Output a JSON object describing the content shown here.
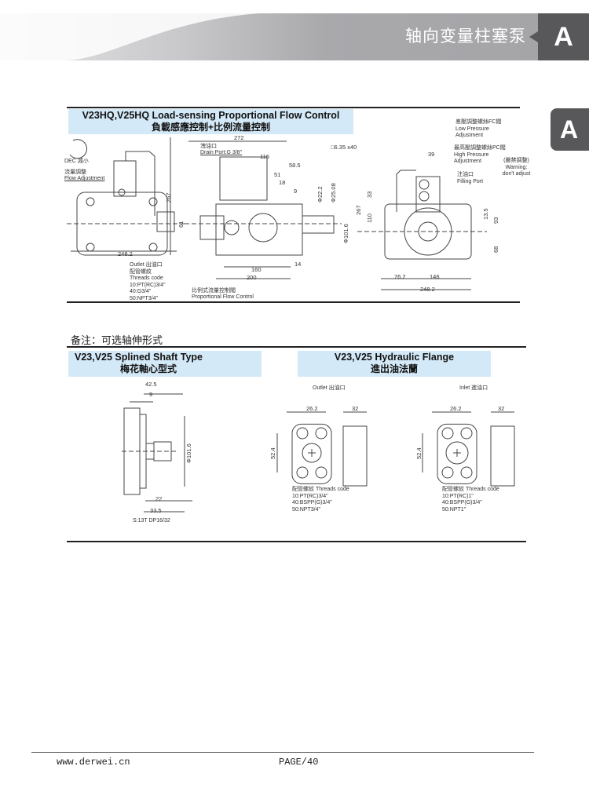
{
  "header": {
    "title": "轴向变量柱塞泵",
    "section_letter": "A"
  },
  "side_tab": {
    "letter": "A"
  },
  "section1": {
    "title_en": "V23HQ,V25HQ Load-sensing Proportional Flow Control",
    "title_cn": "負載感應控制+比例流量控制",
    "left_view": {
      "dec": "DEC 減小",
      "flow_adj_cn": "流量調整",
      "flow_adj_en": "Flow Adjustment",
      "dim_height": "267",
      "dim_width": "248.2"
    },
    "side_view": {
      "dim_272": "272",
      "drain_cn": "洩油口",
      "drain_en": "Drain Port:G 3/8\"",
      "dim_116": "116",
      "dim_58_5": "58.5",
      "dim_51": "51",
      "dim_18": "18",
      "dim_9": "9",
      "dim_61": "61",
      "dim_22_2": "Φ22.2",
      "dim_25_08": "Φ25.08",
      "dim_101_6": "Φ101.6",
      "key": "□6.35",
      "key_qty": "x40",
      "dim_14": "14",
      "dim_160": "160",
      "dim_200": "200",
      "outlet": [
        "Outlet 出油口",
        "配管螺紋",
        "Threads code",
        "10:PT(RC)3/4\"",
        "40:G3/4\"",
        "50:NPT3/4\""
      ],
      "prop_cn": "比例式流量控制閥",
      "prop_en": "Proportional Flow Control"
    },
    "front_view": {
      "low_cn": "差壓調整螺絲FC閥",
      "low_en1": "Low Pressure",
      "low_en2": "Adjustment",
      "high_cn": "最高壓調整螺絲PC閥",
      "high_en1": "High Pressure",
      "high_en2": "Adjustment",
      "warn_cn": "(嚴禁調整)",
      "warn_en1": "Warning:",
      "warn_en2": "don't adjust",
      "fill_cn": "注油口",
      "fill_en": "Filling Port",
      "dim_39": "39",
      "dim_33": "33",
      "dim_110": "110",
      "dim_267": "267",
      "dim_13_5": "13.5",
      "dim_93": "93",
      "dim_68": "68",
      "dim_76_2": "76.2",
      "dim_146": "146",
      "dim_248_2": "248.2"
    }
  },
  "note": "备注：可选轴伸形式",
  "section2": {
    "title_en": "V23,V25 Splined Shaft Type",
    "title_cn": "梅花軸心型式",
    "dim_42_5": "42.5",
    "dim_9": "9",
    "dim_101_6": "Φ101.6",
    "dim_22": "22",
    "dim_33_5": "33.5",
    "spline": "S:13T DP16/32"
  },
  "section3": {
    "title_en": "V23,V25 Hydraulic Flange",
    "title_cn": "進出油法蘭",
    "outlet": {
      "label": "Outlet 出油口",
      "dim_w": "26.2",
      "dim_t": "32",
      "dim_h": "52.4",
      "threads": [
        "配管螺紋 Threads code",
        "10:PT(RC)3/4\"",
        "40:BSPP(G)3/4\"",
        "50:NPT3/4\""
      ]
    },
    "inlet": {
      "label": "Inlet 進油口",
      "dim_w": "26.2",
      "dim_t": "32",
      "dim_h": "52.4",
      "threads": [
        "配管螺紋 Threads code",
        "10:PT(RC)1\"",
        "40:BSPP(G)3/4\"",
        "50:NPT1\""
      ]
    }
  },
  "footer": {
    "website": "www.derwei.cn",
    "page": "PAGE/40"
  }
}
